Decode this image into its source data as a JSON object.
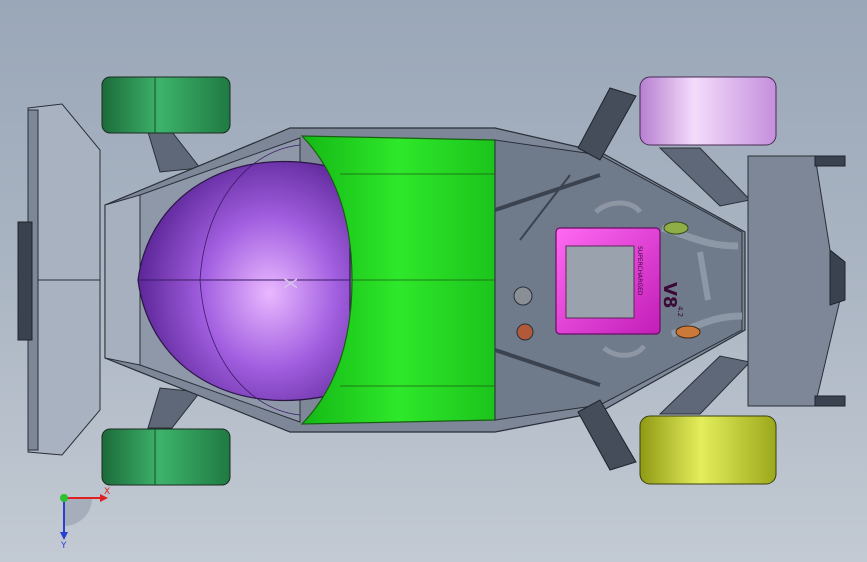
{
  "viewport": {
    "engine_cover": {
      "brand_text": "SUPERCHARGED",
      "model_text": "V8",
      "model_sub": "4.2",
      "hood_logo": "X"
    },
    "triad": {
      "x_label": "X",
      "y_label": "Y",
      "x_color": "#e02020",
      "y_color": "#2a3fd0",
      "origin_color": "#2ec02e"
    },
    "colors": {
      "canopy": "#8b3fd6",
      "body_green": "#22d61e",
      "engine": "#e23bdc",
      "tire_front": "#2f9a52",
      "tire_rear_top": "#e3b4f0",
      "tire_rear_bottom": "#c4d02c",
      "chassis": "#7a8596"
    }
  }
}
